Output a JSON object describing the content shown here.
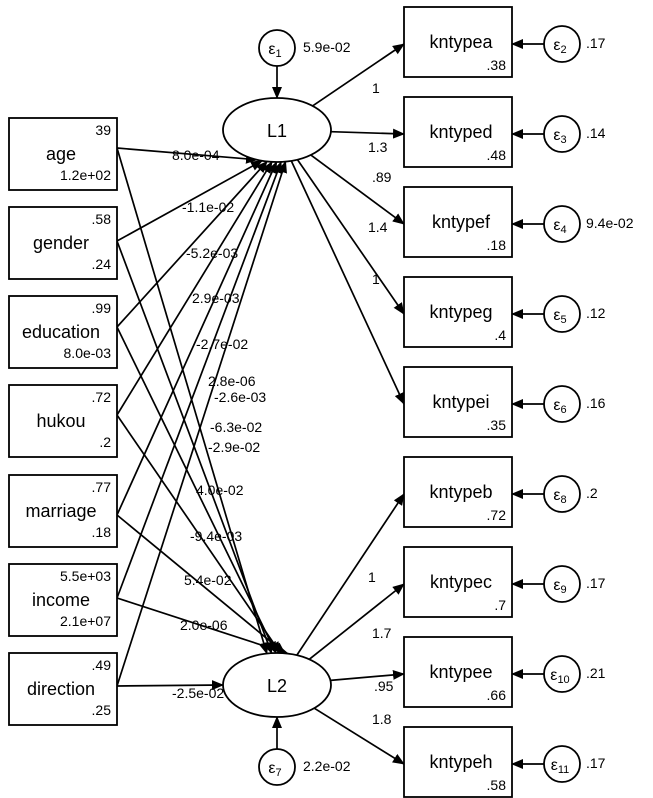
{
  "latents": [
    {
      "id": "L1",
      "label": "L1"
    },
    {
      "id": "L2",
      "label": "L2"
    }
  ],
  "predictors": [
    {
      "id": "age",
      "label": "age",
      "mean": "39",
      "variance": "1.2e+02"
    },
    {
      "id": "gender",
      "label": "gender",
      "mean": ".58",
      "variance": ".24"
    },
    {
      "id": "education",
      "label": "education",
      "mean": ".99",
      "variance": "8.0e-03"
    },
    {
      "id": "hukou",
      "label": "hukou",
      "mean": ".72",
      "variance": ".2"
    },
    {
      "id": "marriage",
      "label": "marriage",
      "mean": ".77",
      "variance": ".18"
    },
    {
      "id": "income",
      "label": "income",
      "mean": "5.5e+03",
      "variance": "2.1e+07"
    },
    {
      "id": "direction",
      "label": "direction",
      "mean": ".49",
      "variance": ".25"
    }
  ],
  "indicators": [
    {
      "id": "kntypea",
      "label": "kntypea",
      "intercept": ".38",
      "loading": "1",
      "latent": "L1",
      "error": {
        "label": "ε",
        "sub": "2",
        "value": ".17"
      }
    },
    {
      "id": "kntyped",
      "label": "kntyped",
      "intercept": ".48",
      "loading": "1.3",
      "latent": "L1",
      "error": {
        "label": "ε",
        "sub": "3",
        "value": ".14"
      }
    },
    {
      "id": "kntypef",
      "label": "kntypef",
      "intercept": ".18",
      "loading": ".89",
      "latent": "L1",
      "error": {
        "label": "ε",
        "sub": "4",
        "value": "9.4e-02"
      }
    },
    {
      "id": "kntypeg",
      "label": "kntypeg",
      "intercept": ".4",
      "loading": "1.4",
      "latent": "L1",
      "error": {
        "label": "ε",
        "sub": "5",
        "value": ".12"
      }
    },
    {
      "id": "kntypei",
      "label": "kntypei",
      "intercept": ".35",
      "loading": "1",
      "latent": "L1",
      "error": {
        "label": "ε",
        "sub": "6",
        "value": ".16"
      }
    },
    {
      "id": "kntypeb",
      "label": "kntypeb",
      "intercept": ".72",
      "loading": "",
      "latent": "L2",
      "error": {
        "label": "ε",
        "sub": "8",
        "value": ".2"
      }
    },
    {
      "id": "kntypec",
      "label": "kntypec",
      "intercept": ".7",
      "loading": "1",
      "latent": "L2",
      "error": {
        "label": "ε",
        "sub": "9",
        "value": ".17"
      }
    },
    {
      "id": "kntypee",
      "label": "kntypee",
      "intercept": ".66",
      "loading": "1.7",
      "latent": "L2",
      "error": {
        "label": "ε",
        "sub": "10",
        "value": ".21"
      }
    },
    {
      "id": "kntypeh",
      "label": "kntypeh",
      "intercept": ".58",
      "loading": ".95",
      "latent": "L2",
      "error": {
        "label": "ε",
        "sub": "11",
        "value": ".17"
      }
    }
  ],
  "extra_loading_label": "1.8",
  "latent_errors": [
    {
      "latent": "L1",
      "label": "ε",
      "sub": "1",
      "value": "5.9e-02"
    },
    {
      "latent": "L2",
      "label": "ε",
      "sub": "7",
      "value": "2.2e-02"
    }
  ],
  "paths_to_L1": [
    "8.0e-04",
    "-1.1e-02",
    "-5.2e-03",
    "2.9e-03",
    "-2.7e-02",
    "2.8e-06",
    "-6.3e-02"
  ],
  "paths_to_L2": [
    "-2.6e-03",
    "-2.9e-02",
    "4.0e-02",
    "-9.4e-03",
    "5.4e-02",
    "2.0e-06",
    "-2.5e-02"
  ]
}
